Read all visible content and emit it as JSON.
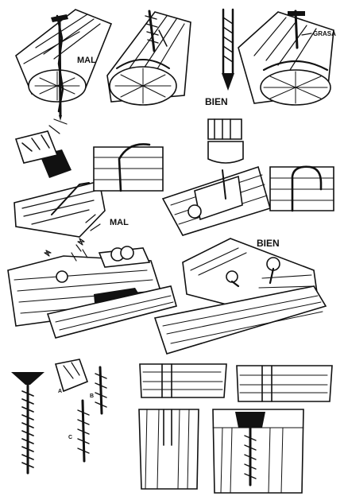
{
  "labels": {
    "mal_top": "MAL",
    "grasa": "GRASA",
    "bien_top": "BIEN",
    "mal_middle": "MAL",
    "bien_middle": "BIEN",
    "marker_a": "A",
    "marker_b": "B",
    "marker_c": "C"
  }
}
